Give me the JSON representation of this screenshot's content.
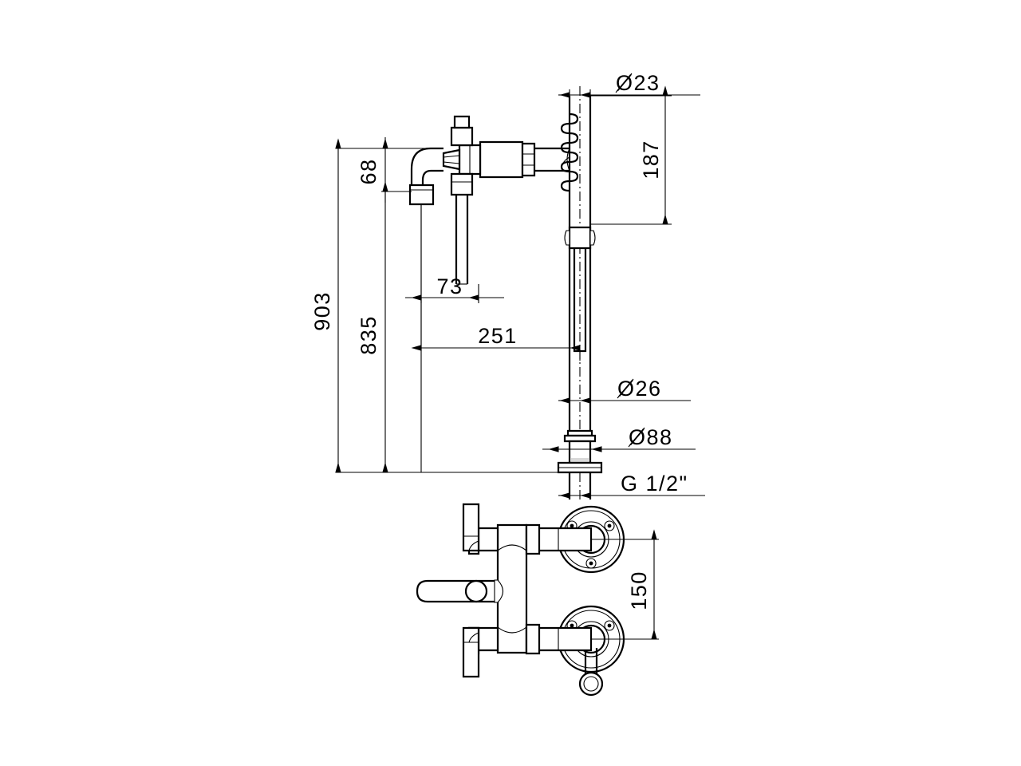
{
  "drawing": {
    "title": "Wall-mounted bath mixer with handshower — dimensioned technical drawing",
    "background_color": "#ffffff",
    "line_color": "#000000",
    "units": "mm"
  },
  "dimensions": {
    "overall_height": "903",
    "spout_height": "835",
    "spout_rise": "68",
    "handshower_height": "187",
    "spout_projection": "73",
    "handshower_projection": "251",
    "column_diameter": "Ø26",
    "base_flange_diameter": "Ø88",
    "handshower_diameter": "Ø23",
    "thread_size": "G 1/2\"",
    "valve_centers": "150"
  },
  "labels": [
    {
      "id": "dia23",
      "text": "Ø23",
      "name": "dimension-label-dia-23"
    },
    {
      "id": "h187",
      "text": "187",
      "name": "dimension-label-187"
    },
    {
      "id": "h68",
      "text": "68",
      "name": "dimension-label-68"
    },
    {
      "id": "h903",
      "text": "903",
      "name": "dimension-label-903"
    },
    {
      "id": "h835",
      "text": "835",
      "name": "dimension-label-835"
    },
    {
      "id": "p73",
      "text": "73",
      "name": "dimension-label-73"
    },
    {
      "id": "p251",
      "text": "251",
      "name": "dimension-label-251"
    },
    {
      "id": "dia26",
      "text": "Ø26",
      "name": "dimension-label-dia-26"
    },
    {
      "id": "dia88",
      "text": "Ø88",
      "name": "dimension-label-dia-88"
    },
    {
      "id": "thread",
      "text": "G  1/2\"",
      "name": "dimension-label-thread"
    },
    {
      "id": "v150",
      "text": "150",
      "name": "dimension-label-150"
    }
  ],
  "views": {
    "elevation": {
      "name": "side-elevation-view",
      "components": [
        "swivel-spout-elbow",
        "diverter-union-body",
        "handshower-holder-arm",
        "handshower-wand",
        "hose-coil",
        "riser-column",
        "base-escutcheon",
        "supply-thread-stub"
      ]
    },
    "front": {
      "name": "front-valve-view",
      "components": [
        "upper-lever-handle",
        "lower-lever-handle",
        "center-lever-handle",
        "valve-body",
        "upper-wall-rosette",
        "lower-wall-rosette",
        "hose-hanger-ring"
      ]
    }
  }
}
